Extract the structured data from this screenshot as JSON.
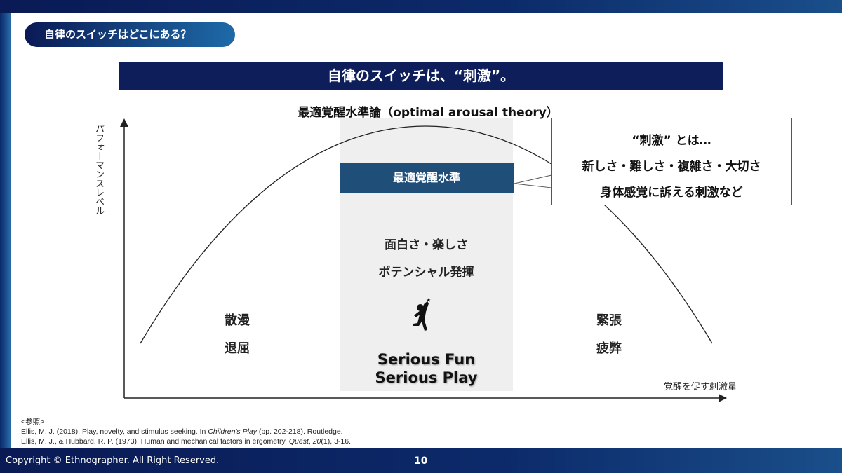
{
  "header": {
    "section_tag": "自律のスイッチはどこにある？",
    "banner": "自律のスイッチは、“刺激”。"
  },
  "diagram": {
    "title": "最適覚醒水準論（optimal arousal theory）",
    "y_axis_label": "パフォーマンスレベル",
    "x_axis_label": "覚醒を促す刺激量",
    "optimal_label": "最適覚醒水準",
    "center_lines": [
      "面白さ・楽しさ",
      "ポテンシャル発揮"
    ],
    "serious": [
      "Serious Fun",
      "Serious Play"
    ],
    "left_labels": [
      "散漫",
      "退屈"
    ],
    "right_labels": [
      "緊張",
      "疲弊"
    ],
    "callout": [
      "“刺激” とは…",
      "新しさ・難しさ・複雑さ・大切さ",
      "身体感覚に訴える刺激など"
    ]
  },
  "references": {
    "heading": "<参照>",
    "items": [
      {
        "pre": "Ellis, M. J. (2018). Play, novelty, and stimulus seeking. In ",
        "italic": "Children's Play",
        "post": " (pp. 202-218). Routledge."
      },
      {
        "pre": "Ellis, M. J., & Hubbard, R. P. (1973). Human and mechanical factors in ergometry. ",
        "italic": "Quest",
        "post": ", ",
        "italic2": "20",
        "post2": "(1), 3-16."
      }
    ]
  },
  "footer": {
    "copyright": "Copyright © Ethnographer. All Right Reserved.",
    "page": "10"
  }
}
